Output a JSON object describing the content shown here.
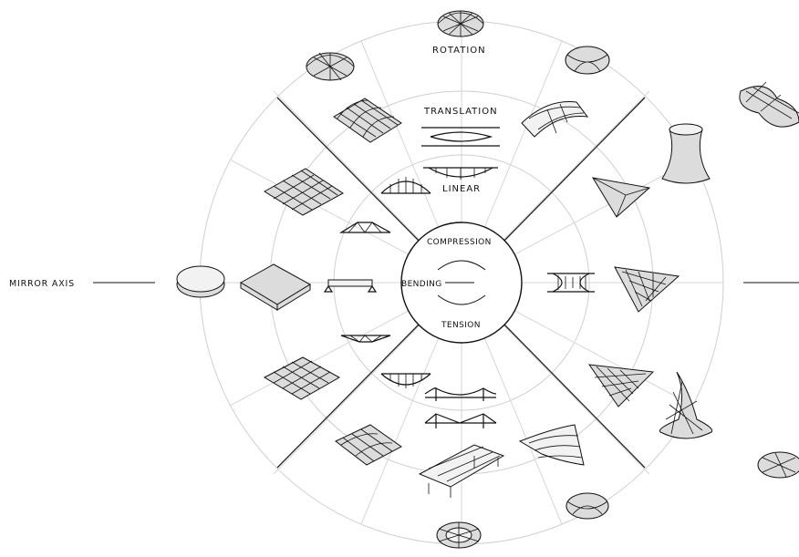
{
  "labels": {
    "rotation": "ROTATION",
    "translation": "TRANSLATION",
    "linear": "LINEAR",
    "compression": "COMPRESSION",
    "bending": "BENDING",
    "tension": "TENSION",
    "mirror_axis": "MIRROR AXIS"
  },
  "colors": {
    "ink": "#111111",
    "ring": "#cfcfcf",
    "fill": "#dcdcdc"
  },
  "icons": [
    "dome-icon",
    "lens-icon",
    "vault-icon",
    "arch-icon",
    "truss-icon",
    "grid-shell-icon",
    "disc-icon",
    "plate-icon",
    "beam-icon",
    "cooling-tower-icon",
    "saddle-icon",
    "cable-net-icon",
    "suspension-bridge-icon",
    "membrane-icon",
    "blob-icon",
    "cone-net-icon"
  ]
}
